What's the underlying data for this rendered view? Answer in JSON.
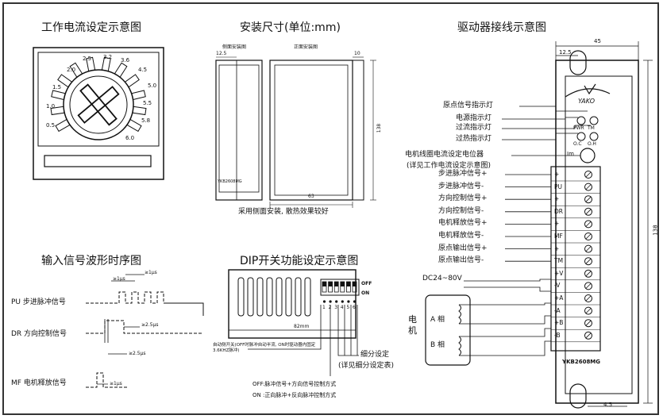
{
  "titles": {
    "current_setting": "工作电流设定示意图",
    "dimensions": "安装尺寸(单位:mm)",
    "wiring": "驱动器接线示意图",
    "timing": "输入信号波形时序图",
    "dip": "DIP开关功能设定示意图"
  },
  "dial": {
    "values": [
      "0.5",
      "1.0",
      "1.5",
      "2.0",
      "2.5",
      "3.2",
      "3.6",
      "4.5",
      "5.0",
      "5.5",
      "5.8",
      "6.0"
    ]
  },
  "dimensions": {
    "side_view": "侧面安装图",
    "front_view": "正面安装图",
    "dim_12_5": "12.5",
    "dim_10": "10",
    "dim_height": "138",
    "dim_width": "63",
    "model_small": "YKB2608MG",
    "note": "采用侧面安装, 散热效果较好"
  },
  "wiring": {
    "dim_top": "45",
    "dim_offset": "12.5",
    "dim_height": "138",
    "dim_bottom": "4.5",
    "model": "YKB2608MG",
    "logo": "YAKO",
    "pot_label": "Im",
    "led_labels": [
      "PWR",
      "TM",
      "O.C",
      "O.H"
    ],
    "indicator_labels": [
      "原点信号指示灯",
      "电源指示灯",
      "过流指示灯",
      "过热指示灯"
    ],
    "pot_desc": "电机线圈电流设定电位器",
    "pot_desc2": "(详见工作电流设定示意图)",
    "terminals": [
      "+",
      "PU",
      "+",
      "DR",
      "+",
      "MF",
      "+",
      "TM",
      "+V",
      "-V",
      "+A",
      "-A",
      "+B",
      "-B"
    ],
    "signal_labels": [
      "步进脉冲信号+",
      "步进脉冲信号-",
      "方向控制信号+",
      "方向控制信号-",
      "电机释放信号+",
      "电机释放信号-",
      "原点输出信号+",
      "原点输出信号-"
    ],
    "power_label": "DC24~80V",
    "motor_label": "电机",
    "phase_a": "A 相",
    "phase_b": "B 相"
  },
  "timing": {
    "pu_label": "PU 步进脉冲信号",
    "dr_label": "DR 方向控制信号",
    "mf_label": "MF 电机释放信号",
    "t1": "≥1μs",
    "t2": "≥1μs",
    "t3": "≥2.5μs",
    "t4": "≥2.5μs",
    "t5": "≥1μs"
  },
  "dip": {
    "off": "OFF",
    "on": "ON",
    "numbers": [
      "1",
      "2",
      "3",
      "4",
      "5",
      "6"
    ],
    "width": "82mm",
    "auto_half": "自动侧开关(OFF时脉冲自动半流, ON时驱动器内固定3.6KHZ脉冲)",
    "microstep": "细分设定",
    "microstep_note": "(详见细分设定表)",
    "mode_off": "OFF:脉冲信号+方向信号控制方式",
    "mode_on": "ON :正向脉冲+反向脉冲控制方式"
  }
}
